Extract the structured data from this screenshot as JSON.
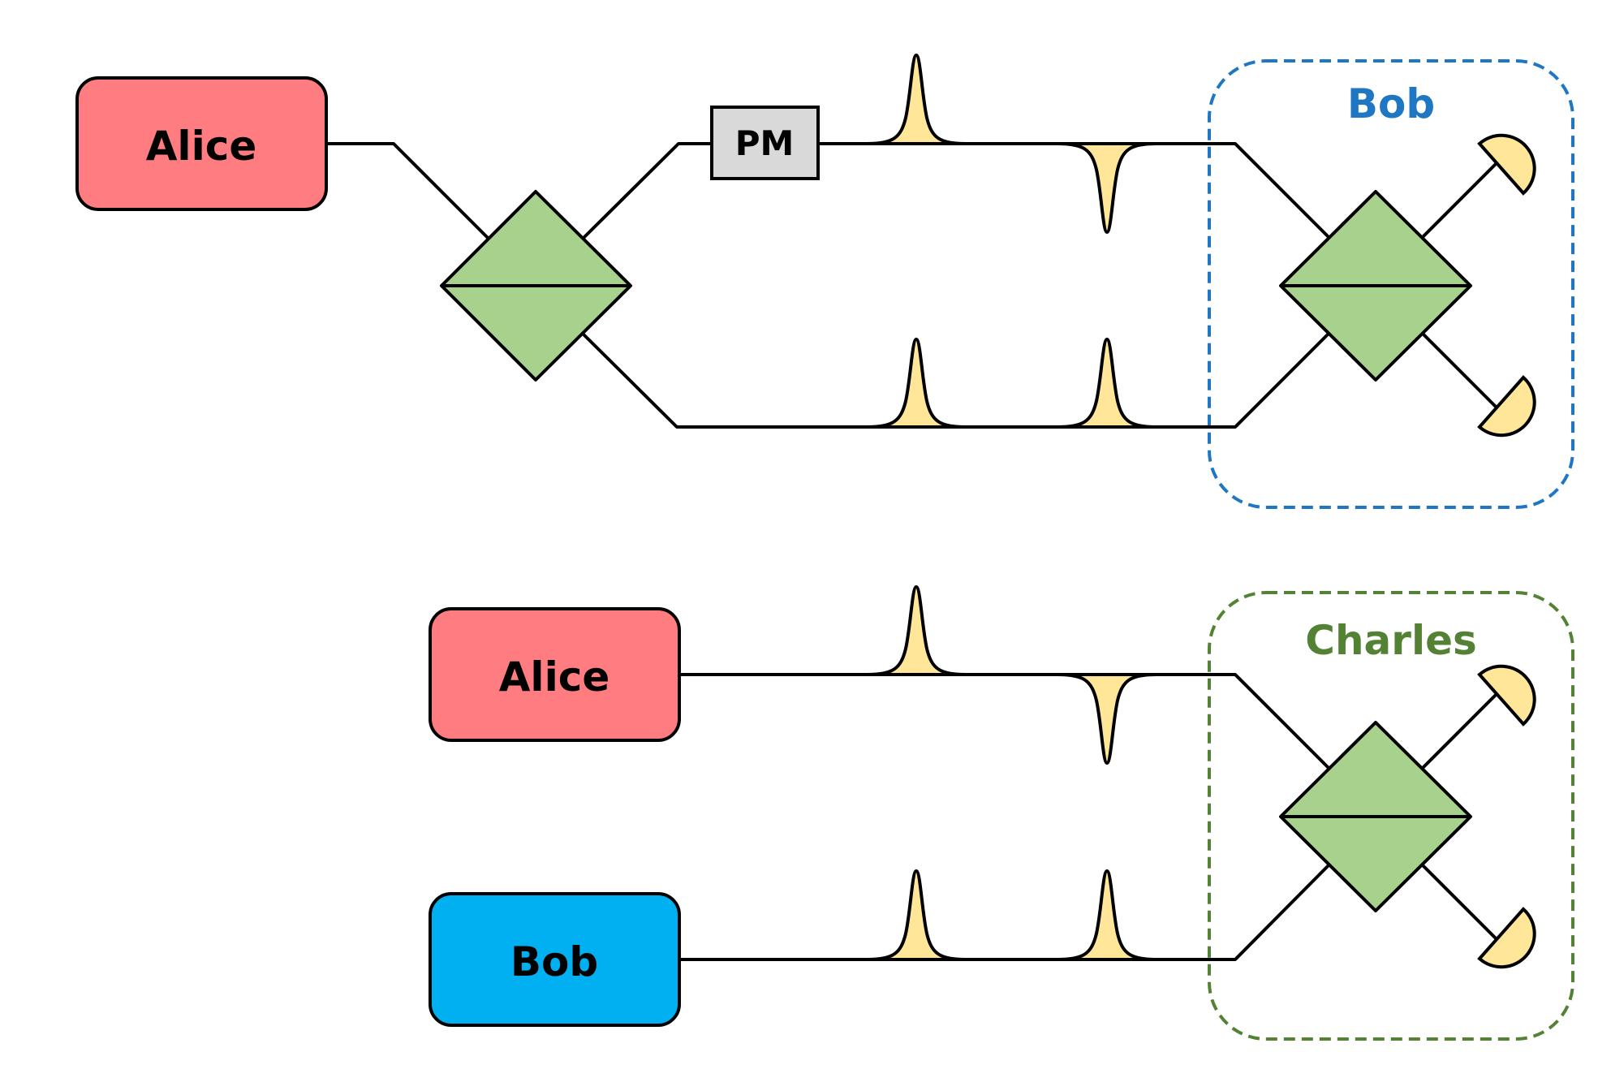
{
  "diagram": {
    "top": {
      "sender_label": "Alice",
      "modulator_label": "PM",
      "receiver_group_label": "Bob"
    },
    "bottom": {
      "sender_a_label": "Alice",
      "sender_b_label": "Bob",
      "relay_group_label": "Charles"
    }
  },
  "colors": {
    "alice": "#FF7C80",
    "bob_node": "#00B0F0",
    "bob_group": "#1F77C4",
    "charles_group": "#548235",
    "beam_splitter": "#A9D18E",
    "pulse": "#FFE699",
    "modulator": "#D9D9D9"
  }
}
